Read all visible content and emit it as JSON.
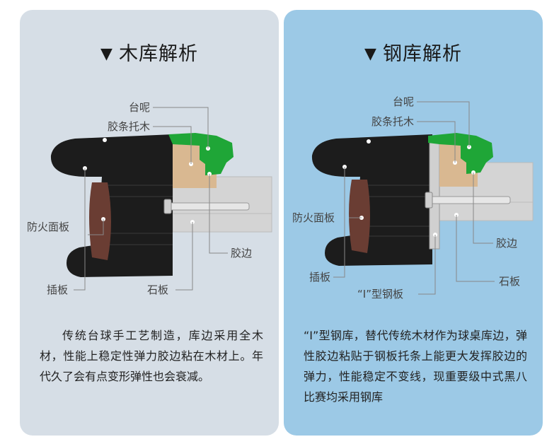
{
  "wood": {
    "title": "木库解析",
    "labels": {
      "tai_ni": "台呢",
      "jiao_tiao_tuo_mu": "胶条托木",
      "fang_huo_mian_ban": "防火面板",
      "cha_ban": "插板",
      "shi_ban": "石板",
      "jiao_bian": "胶边"
    },
    "description": "传统台球手工艺制造，库边采用全木材，性能上稳定性弹力胶边粘在木材上。年代久了会有点变形弹性也会衰减。"
  },
  "steel": {
    "title": "钢库解析",
    "labels": {
      "tai_ni": "台呢",
      "jiao_tiao_tuo_mu": "胶条托木",
      "fang_huo_mian_ban": "防火面板",
      "cha_ban": "插板",
      "i_gang_ban": "“I”型钢板",
      "shi_ban": "石板",
      "jiao_bian": "胶边"
    },
    "description": "“I”型钢库，替代传统木材作为球桌库边，弹性胶边粘贴于钢板托条上能更大发挥胶边的弹力，性能稳定不变线，现重要级中式黑八比赛均采用钢库"
  },
  "icons": {
    "title_marker": "triangle-down-icon"
  },
  "colors": {
    "wood_panel": "#d6dee6",
    "steel_panel": "#9cc9e6",
    "cloth_green": "#1fa637",
    "rail_black": "#1c1c1c",
    "wood_block": "#d9b891",
    "slate_gray": "#d4d4d4",
    "fire_panel": "#6a3d33"
  }
}
